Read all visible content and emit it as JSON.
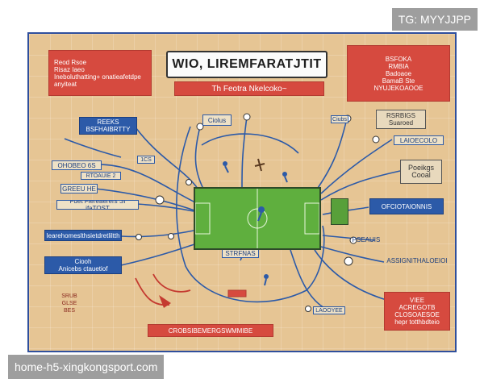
{
  "diagram": {
    "title": "WIO, LIREMFARATJTIT",
    "subtitle": "Th Feotra Nkelcoko~",
    "labels": {
      "top_left_red": "Reod Rsoe\nRisaz Iaeo\nIneboluthatting+ onatieafetdpe\nanyiteat",
      "top_right_red": "BSFOKA\nRMBIA\nBadoaoe\nBamaB Ste\nNYUJEKOAOOE",
      "left_blue_1": "REEKS\nBSFHAIBRTTY",
      "left_outline_1": "OHOBEO 6S",
      "left_outline_2": "GREEU HE",
      "left_outline_3": "RTOAUIE 2",
      "left_wide": "Fuet Fiereaerers SI ifaTOST",
      "left_blue_2": "Iearehomeslthsietdretliltth",
      "left_blue_3": "Ciooh\nAnicebs ctauetiof",
      "left_small": "SRUB\nGLSE\nBES",
      "top_center_1": "Ciolus",
      "top_center_2": "Ciubs",
      "top_right_1": "RSRBIGS\nSuaroed",
      "top_right_2": "LAIOECOLO",
      "right_grey": "Poeikgs\nCooal",
      "right_blue": "OFCIOTAIONNIS",
      "right_mid_1": "PSEAUIS",
      "right_mid_2": "ASSIGNITHALOEIOI",
      "right_red_bottom": "VIEE\nACREGOTB\nCLOSOAESOE\nhepr totthbdteio",
      "bottom_center_1": "STRFNAS",
      "bottom_center_2": "LAOOYEE",
      "bottom_red": "CROBSIBEMERGSWMMIBE",
      "node_top": "1CS"
    }
  },
  "watermarks": {
    "top_right": "TG: MYYJJPP",
    "bottom_left": "home-h5-xingkongsport.com"
  },
  "colors": {
    "background": "#e6c594",
    "red": "#d64a3f",
    "blue": "#2c5aa8",
    "pitch": "#5faf3e"
  }
}
